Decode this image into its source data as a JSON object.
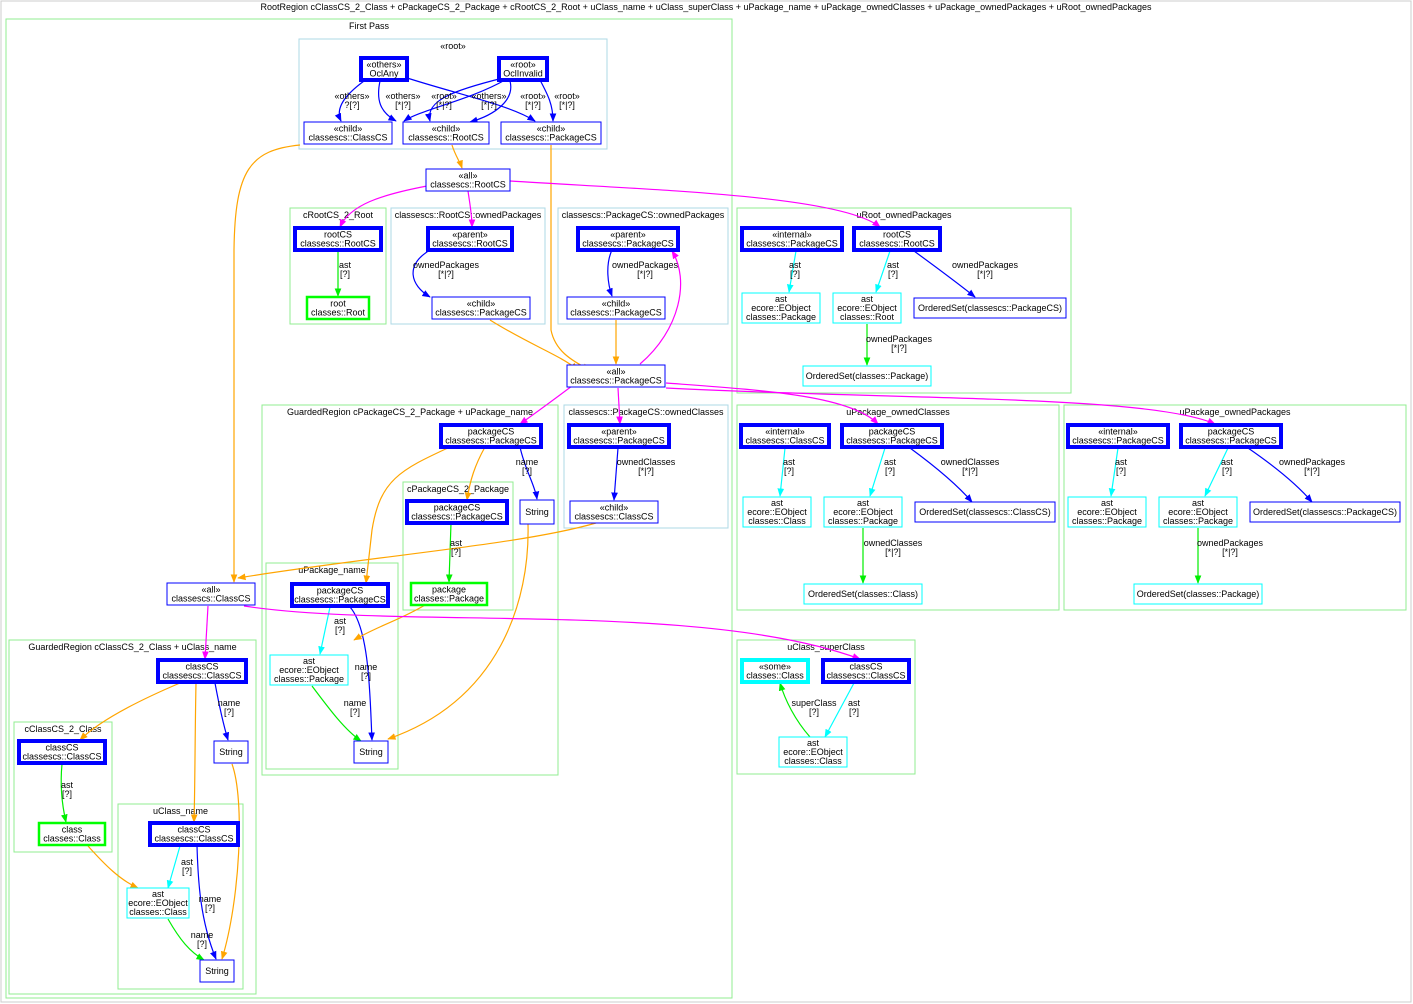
{
  "title": "RootRegion cClassCS_2_Class + cPackageCS_2_Package + cRootCS_2_Root + uClass_name + uClass_superClass + uPackage_name + uPackage_ownedClasses + uPackage_ownedPackages + uRoot_ownedPackages",
  "colors": {
    "region_border": "#90ee90",
    "pattern_border": "#add8e6",
    "blue": "#0000ff",
    "cyan": "#00ffff",
    "green": "#00ff00",
    "orange": "#ffa500",
    "magenta": "#ff00ff"
  },
  "clusters": {
    "first_pass": "First Pass",
    "root": "«root»",
    "c_root": "cRootCS_2_Root",
    "root_owned_pkgs": "classescs::RootCS::ownedPackages",
    "pkg_owned_pkgs": "classescs::PackageCS::ownedPackages",
    "u_root_owned": "uRoot_ownedPackages",
    "guarded_pkg": "GuardedRegion cPackageCS_2_Package + uPackage_name",
    "pkg_owned_classes": "classescs::PackageCS::ownedClasses",
    "c_pkg": "cPackageCS_2_Package",
    "u_pkg_name": "uPackage_name",
    "u_pkg_owned_classes": "uPackage_ownedClasses",
    "u_pkg_owned_pkgs": "uPackage_ownedPackages",
    "guarded_class": "GuardedRegion cClassCS_2_Class + uClass_name",
    "c_class": "cClassCS_2_Class",
    "u_class_name": "uClass_name",
    "u_class_super": "uClass_superClass"
  },
  "nodes": {
    "oclany": [
      "«others»",
      "OclAny"
    ],
    "oclinvalid": [
      "«root»",
      "OclInvalid"
    ],
    "child_class": [
      "«child»",
      "classescs::ClassCS"
    ],
    "child_root": [
      "«child»",
      "classescs::RootCS"
    ],
    "child_pkg": [
      "«child»",
      "classescs::PackageCS"
    ],
    "all_root": [
      "«all»",
      "classescs::RootCS"
    ],
    "rc_rootcs": [
      "rootCS",
      "classescs::RootCS"
    ],
    "rc_root": [
      "root",
      "classes::Root"
    ],
    "rop_parent": [
      "«parent»",
      "classescs::RootCS"
    ],
    "rop_child": [
      "«child»",
      "classescs::PackageCS"
    ],
    "pop_parent": [
      "«parent»",
      "classescs::PackageCS"
    ],
    "pop_child": [
      "«child»",
      "classescs::PackageCS"
    ],
    "ur_internal": [
      "«internal»",
      "classescs::PackageCS"
    ],
    "ur_rootcs": [
      "rootCS",
      "classescs::RootCS"
    ],
    "ur_ast_pkg": [
      "ast",
      "ecore::EObject",
      "classes::Package"
    ],
    "ur_ast_root": [
      "ast",
      "ecore::EObject",
      "classes::Root"
    ],
    "ur_set_pkgcs": [
      "OrderedSet(classescs::PackageCS)"
    ],
    "ur_set_pkg": [
      "OrderedSet(classes::Package)"
    ],
    "all_pkg": [
      "«all»",
      "classescs::PackageCS"
    ],
    "gp_pkgcs": [
      "packageCS",
      "classescs::PackageCS"
    ],
    "gp_string": [
      "String"
    ],
    "cp_pkgcs": [
      "packageCS",
      "classescs::PackageCS"
    ],
    "cp_pkg": [
      "package",
      "classes::Package"
    ],
    "pn_pkgcs": [
      "packageCS",
      "classescs::PackageCS"
    ],
    "pn_ast": [
      "ast",
      "ecore::EObject",
      "classes::Package"
    ],
    "pn_string": [
      "String"
    ],
    "poc_parent": [
      "«parent»",
      "classescs::PackageCS"
    ],
    "poc_child": [
      "«child»",
      "classescs::ClassCS"
    ],
    "uoc_internal": [
      "«internal»",
      "classescs::ClassCS"
    ],
    "uoc_pkgcs": [
      "packageCS",
      "classescs::PackageCS"
    ],
    "uoc_ast_class": [
      "ast",
      "ecore::EObject",
      "classes::Class"
    ],
    "uoc_ast_pkg": [
      "ast",
      "ecore::EObject",
      "classes::Package"
    ],
    "uoc_set_classcs": [
      "OrderedSet(classescs::ClassCS)"
    ],
    "uoc_set_class": [
      "OrderedSet(classes::Class)"
    ],
    "uop_internal": [
      "«internal»",
      "classescs::PackageCS"
    ],
    "uop_pkgcs": [
      "packageCS",
      "classescs::PackageCS"
    ],
    "uop_ast_pkg1": [
      "ast",
      "ecore::EObject",
      "classes::Package"
    ],
    "uop_ast_pkg2": [
      "ast",
      "ecore::EObject",
      "classes::Package"
    ],
    "uop_set_pkgcs": [
      "OrderedSet(classescs::PackageCS)"
    ],
    "uop_set_pkg": [
      "OrderedSet(classes::Package)"
    ],
    "all_class": [
      "«all»",
      "classescs::ClassCS"
    ],
    "gc_classcs": [
      "classCS",
      "classescs::ClassCS"
    ],
    "gc_string": [
      "String"
    ],
    "cc_classcs": [
      "classCS",
      "classescs::ClassCS"
    ],
    "cc_class": [
      "class",
      "classes::Class"
    ],
    "un_classcs": [
      "classCS",
      "classescs::ClassCS"
    ],
    "un_ast": [
      "ast",
      "ecore::EObject",
      "classes::Class"
    ],
    "un_string": [
      "String"
    ],
    "us_some": [
      "«some»",
      "classes::Class"
    ],
    "us_classcs": [
      "classCS",
      "classescs::ClassCS"
    ],
    "us_ast": [
      "ast",
      "ecore::EObject",
      "classes::Class"
    ]
  },
  "edge_labels": {
    "others_any": [
      "«others»",
      "?[?]"
    ],
    "others_12a": [
      "«others»",
      "[*|?]"
    ],
    "root_12a": [
      "«root»",
      "[*|?]"
    ],
    "others_12b": [
      "«others»",
      "[*|?]"
    ],
    "root_12b": [
      "«root»",
      "[*|?]"
    ],
    "root_12c": [
      "«root»",
      "[*|?]"
    ],
    "ast_q1": [
      "ast",
      "[?]"
    ],
    "owned_pkgs_a": [
      "ownedPackages",
      "[*|?]"
    ],
    "owned_pkgs_b": [
      "ownedPackages",
      "[*|?]"
    ],
    "ur_ast1": [
      "ast",
      "[?]"
    ],
    "ur_ast2": [
      "ast",
      "[?]"
    ],
    "ur_owned_pkgs": [
      "ownedPackages",
      "[*|?]"
    ],
    "ur_owned_pkgs2": [
      "ownedPackages",
      "[*|?]"
    ],
    "gp_name": [
      "name",
      "[?]"
    ],
    "cp_ast": [
      "ast",
      "[?]"
    ],
    "pn_ast": [
      "ast",
      "[?]"
    ],
    "pn_name": [
      "name",
      "[?]"
    ],
    "pn_name2": [
      "name",
      "[?]"
    ],
    "poc_owned": [
      "ownedClasses",
      "[*|?]"
    ],
    "uoc_ast1": [
      "ast",
      "[?]"
    ],
    "uoc_ast2": [
      "ast",
      "[?]"
    ],
    "uoc_owned": [
      "ownedClasses",
      "[*|?]"
    ],
    "uoc_owned2": [
      "ownedClasses",
      "[*|?]"
    ],
    "uop_ast1": [
      "ast",
      "[?]"
    ],
    "uop_ast2": [
      "ast",
      "[?]"
    ],
    "uop_owned": [
      "ownedPackages",
      "[*|?]"
    ],
    "uop_owned2": [
      "ownedPackages",
      "[*|?]"
    ],
    "gc_name": [
      "name",
      "[?]"
    ],
    "cc_ast": [
      "ast",
      "[?]"
    ],
    "un_ast": [
      "ast",
      "[?]"
    ],
    "un_name": [
      "name",
      "[?]"
    ],
    "un_name2": [
      "name",
      "[?]"
    ],
    "us_super": [
      "superClass",
      "[?]"
    ],
    "us_ast": [
      "ast",
      "[?]"
    ]
  }
}
